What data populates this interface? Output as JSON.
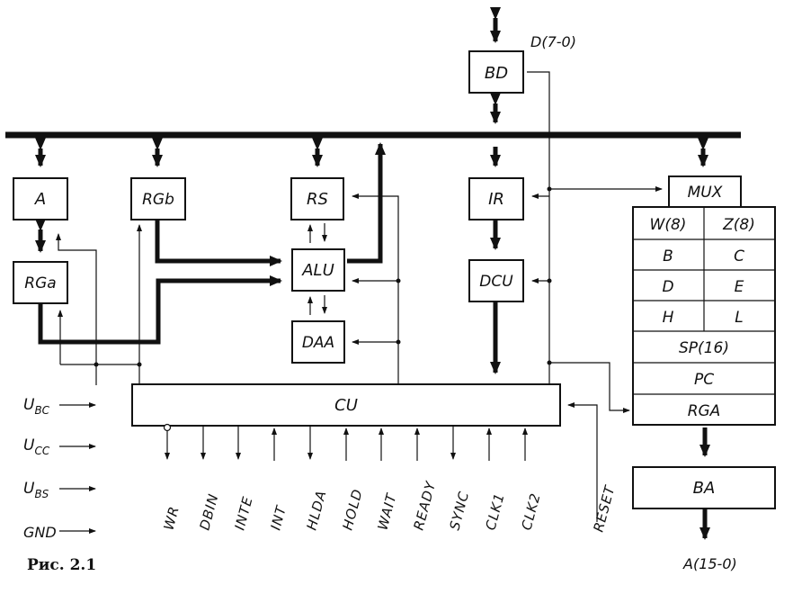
{
  "blocks": {
    "bd": "BD",
    "a": "A",
    "rgb": "RGb",
    "rs": "RS",
    "ir": "IR",
    "rga_left": "RGa",
    "alu": "ALU",
    "dcu": "DCU",
    "daa": "DAA",
    "cu": "CU",
    "mux": "MUX",
    "ba": "BA"
  },
  "register_file": {
    "w": "W(8)",
    "z": "Z(8)",
    "b": "B",
    "c": "C",
    "d": "D",
    "e": "E",
    "h": "H",
    "l": "L",
    "sp": "SP(16)",
    "pc": "PC",
    "rga": "RGA"
  },
  "external": {
    "data_bus": "D(7-0)",
    "address_bus": "A(15-0)",
    "reset": "RESET"
  },
  "power": {
    "ubc_main": "U",
    "ubc_sub": "BC",
    "ucc_main": "U",
    "ucc_sub": "CC",
    "ubs_main": "U",
    "ubs_sub": "BS",
    "gnd": "GND"
  },
  "signals": [
    "WR",
    "DBIN",
    "INTE",
    "INT",
    "HLDA",
    "HOLD",
    "WAIT",
    "READY",
    "SYNC",
    "CLK1",
    "CLK2"
  ],
  "caption": "Рис. 2.1"
}
